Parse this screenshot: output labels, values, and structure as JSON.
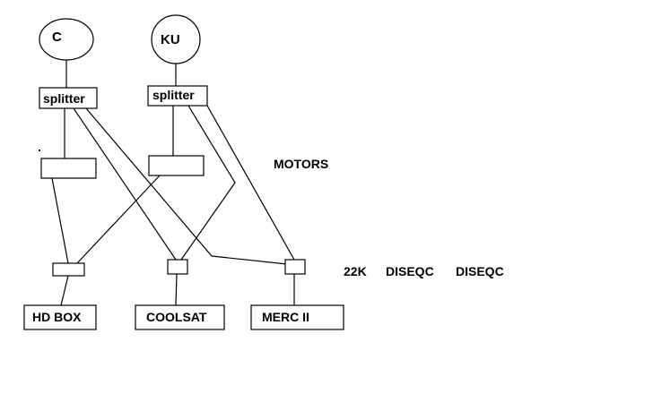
{
  "dishes": {
    "c": "C",
    "ku": "KU"
  },
  "splitters": {
    "left": "splitter",
    "right": "splitter"
  },
  "motors_label": "MOTORS",
  "switch_labels": {
    "s1": "22K",
    "s2": "DISEQC",
    "s3": "DISEQC"
  },
  "receivers": {
    "hd": "HD BOX",
    "coolsat": "COOLSAT",
    "merc": "MERC II"
  }
}
